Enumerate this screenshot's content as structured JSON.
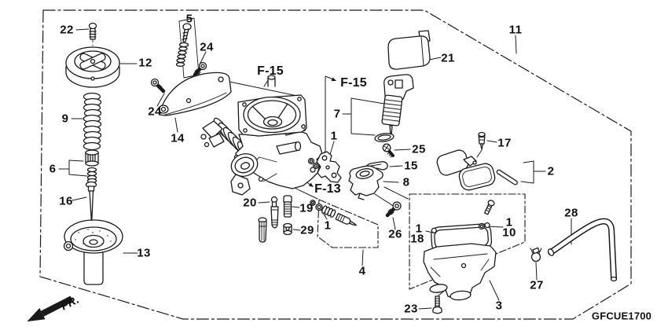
{
  "diagram": {
    "code": "GFCUE1700",
    "front_marker": "FR.",
    "line_color": "#1a1a1a",
    "background_color": "#ffffff"
  },
  "view_refs": {
    "f15_left": "F-15",
    "f15_right": "F-15",
    "f13": "F-13"
  },
  "labels": {
    "p22": "22",
    "p5": "5",
    "p24a": "24",
    "p12": "12",
    "p9": "9",
    "p24b": "24",
    "p14": "14",
    "p6": "6",
    "p16": "16",
    "p13": "13",
    "p21": "21",
    "p7": "7",
    "p1a": "1",
    "p25": "25",
    "p15": "15",
    "p8": "8",
    "p17": "17",
    "p2": "2",
    "p11": "11",
    "p20": "20",
    "p19": "19",
    "p29": "29",
    "p1b": "1",
    "p4": "4",
    "p26": "26",
    "p1c": "1",
    "p18": "18",
    "p1d": "1",
    "p10": "10",
    "p28": "28",
    "p27": "27",
    "p3": "3",
    "p23": "23"
  }
}
